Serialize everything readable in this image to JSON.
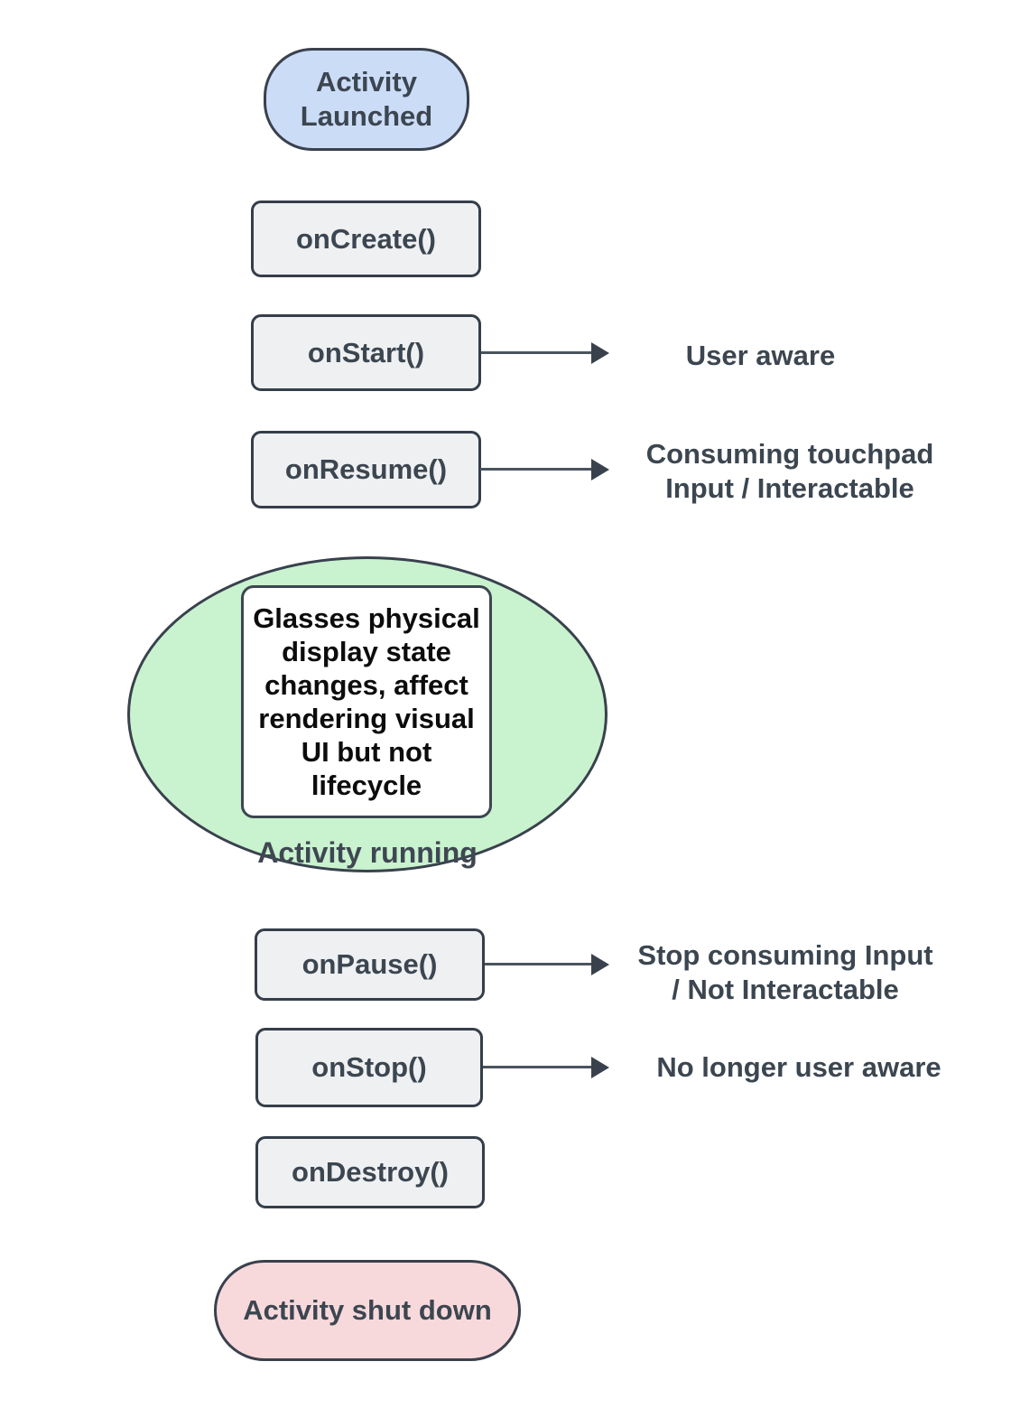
{
  "diagram": {
    "type": "flowchart",
    "subject": "Glasses activity lifecycle",
    "colors": {
      "background": "#ffffff",
      "start_fill": "#cbdcf7",
      "process_fill": "#eef0f2",
      "running_fill": "#c9f2cf",
      "note_fill": "#ffffff",
      "end_fill": "#f8d9db",
      "border": "#39414d",
      "text": "#3c4650",
      "note_text": "#0c0c0c",
      "arrow": "#4a545e"
    },
    "nodes": {
      "start": {
        "shape": "terminator",
        "lines": [
          "Activity",
          "Launched"
        ]
      },
      "on_create": {
        "shape": "process",
        "label": "onCreate()"
      },
      "on_start": {
        "shape": "process",
        "label": "onStart()"
      },
      "on_resume": {
        "shape": "process",
        "label": "onResume()"
      },
      "running": {
        "shape": "ellipse-state",
        "label": "Activity running",
        "note_lines": [
          "Glasses physical",
          "display state",
          "changes, affect",
          "rendering visual",
          "UI but not",
          "lifecycle"
        ]
      },
      "on_pause": {
        "shape": "process",
        "label": "onPause()"
      },
      "on_stop": {
        "shape": "process",
        "label": "onStop()"
      },
      "on_destroy": {
        "shape": "process",
        "label": "onDestroy()"
      },
      "end": {
        "shape": "terminator",
        "label": "Activity shut down"
      }
    },
    "annotations": {
      "on_start": {
        "lines": [
          "User aware"
        ]
      },
      "on_resume": {
        "lines": [
          "Consuming touchpad",
          "Input / Interactable"
        ]
      },
      "on_pause": {
        "lines": [
          "Stop consuming Input",
          "/ Not Interactable"
        ]
      },
      "on_stop": {
        "lines": [
          "No longer user aware"
        ]
      }
    }
  }
}
